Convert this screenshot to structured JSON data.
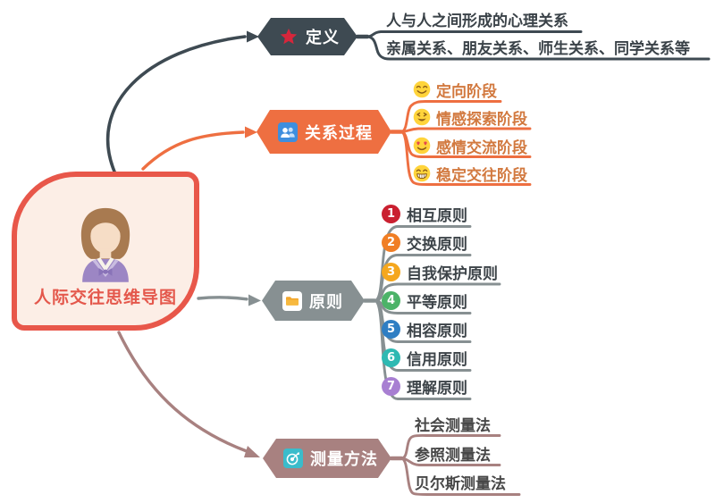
{
  "title": "人际交往思维导图",
  "central": {
    "title": "人际交往思维导图",
    "avatar": "woman-avatar",
    "border_color": "#E8574A",
    "fill_color": "#FCEEE6",
    "text_color": "#E4584C"
  },
  "branches": [
    {
      "id": "definition",
      "label": "定义",
      "icon": "star-icon",
      "color": "#3E4A52",
      "children": [
        {
          "text": "人与人之间形成的心理关系"
        },
        {
          "text": "亲属关系、朋友关系、师生关系、同学关系等"
        }
      ]
    },
    {
      "id": "relationship-process",
      "label": "关系过程",
      "icon": "users-icon",
      "icon_bg": "#3E8EDE",
      "color": "#EE6F41",
      "text_color": "#D2793F",
      "children": [
        {
          "icon": "smile-emoji-icon",
          "text": "定向阶段"
        },
        {
          "icon": "laugh-emoji-icon",
          "text": "情感探索阶段"
        },
        {
          "icon": "heart-eyes-emoji-icon",
          "text": "感情交流阶段"
        },
        {
          "icon": "grin-emoji-icon",
          "text": "稳定交往阶段"
        }
      ]
    },
    {
      "id": "principles",
      "label": "原则",
      "icon": "folder-icon",
      "icon_bg": "#FFFFFF",
      "color": "#879092",
      "children": [
        {
          "num": "1",
          "color": "#CA2030",
          "text": "相互原则"
        },
        {
          "num": "2",
          "color": "#F07E25",
          "text": "交换原则"
        },
        {
          "num": "3",
          "color": "#F5A71E",
          "text": "自我保护原则"
        },
        {
          "num": "4",
          "color": "#4CB368",
          "text": "平等原则"
        },
        {
          "num": "5",
          "color": "#2F7EC3",
          "text": "相容原则"
        },
        {
          "num": "6",
          "color": "#2EB9B2",
          "text": "信用原则"
        },
        {
          "num": "7",
          "color": "#A87FD2",
          "text": "理解原则"
        }
      ]
    },
    {
      "id": "measurement-methods",
      "label": "测量方法",
      "icon": "target-icon",
      "icon_bg": "#3ABCCB",
      "color": "#A88180",
      "children": [
        {
          "text": "社会测量法"
        },
        {
          "text": "参照测量法"
        },
        {
          "text": "贝尔斯测量法"
        }
      ]
    }
  ]
}
